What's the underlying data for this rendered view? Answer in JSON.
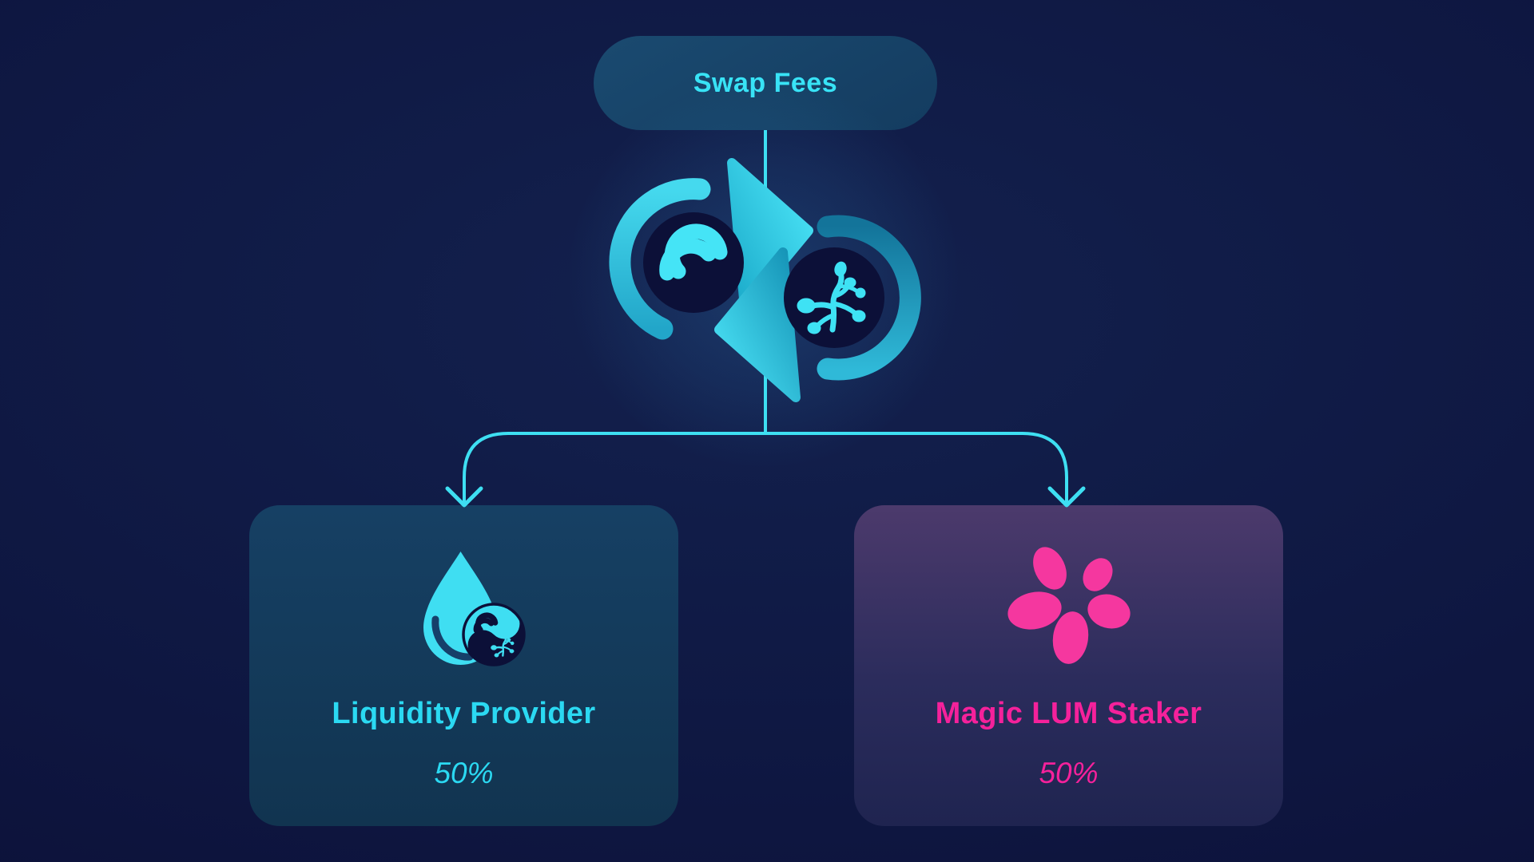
{
  "diagram": {
    "title_node": {
      "label": "Swap Fees"
    },
    "swap_cycle": {
      "icon": "swap-cycle-icon",
      "tokens": [
        {
          "icon": "swirl-token-icon"
        },
        {
          "icon": "coral-token-icon"
        }
      ]
    },
    "branches": [
      {
        "title": "Liquidity Provider",
        "share": "50%",
        "icon": "droplet-token-icon",
        "accent": "#2bd9f2"
      },
      {
        "title": "Magic LUM Staker",
        "share": "50%",
        "icon": "flower-icon",
        "accent": "#f5219b"
      }
    ],
    "colors": {
      "background": "#0e1642",
      "cyan_accent": "#3fe2f4",
      "pink_accent": "#f5219b",
      "node_pill": "#17426a",
      "left_card": "#143c5f",
      "right_card_top": "#4c3a6c",
      "token_circle": "#0c1038"
    }
  }
}
